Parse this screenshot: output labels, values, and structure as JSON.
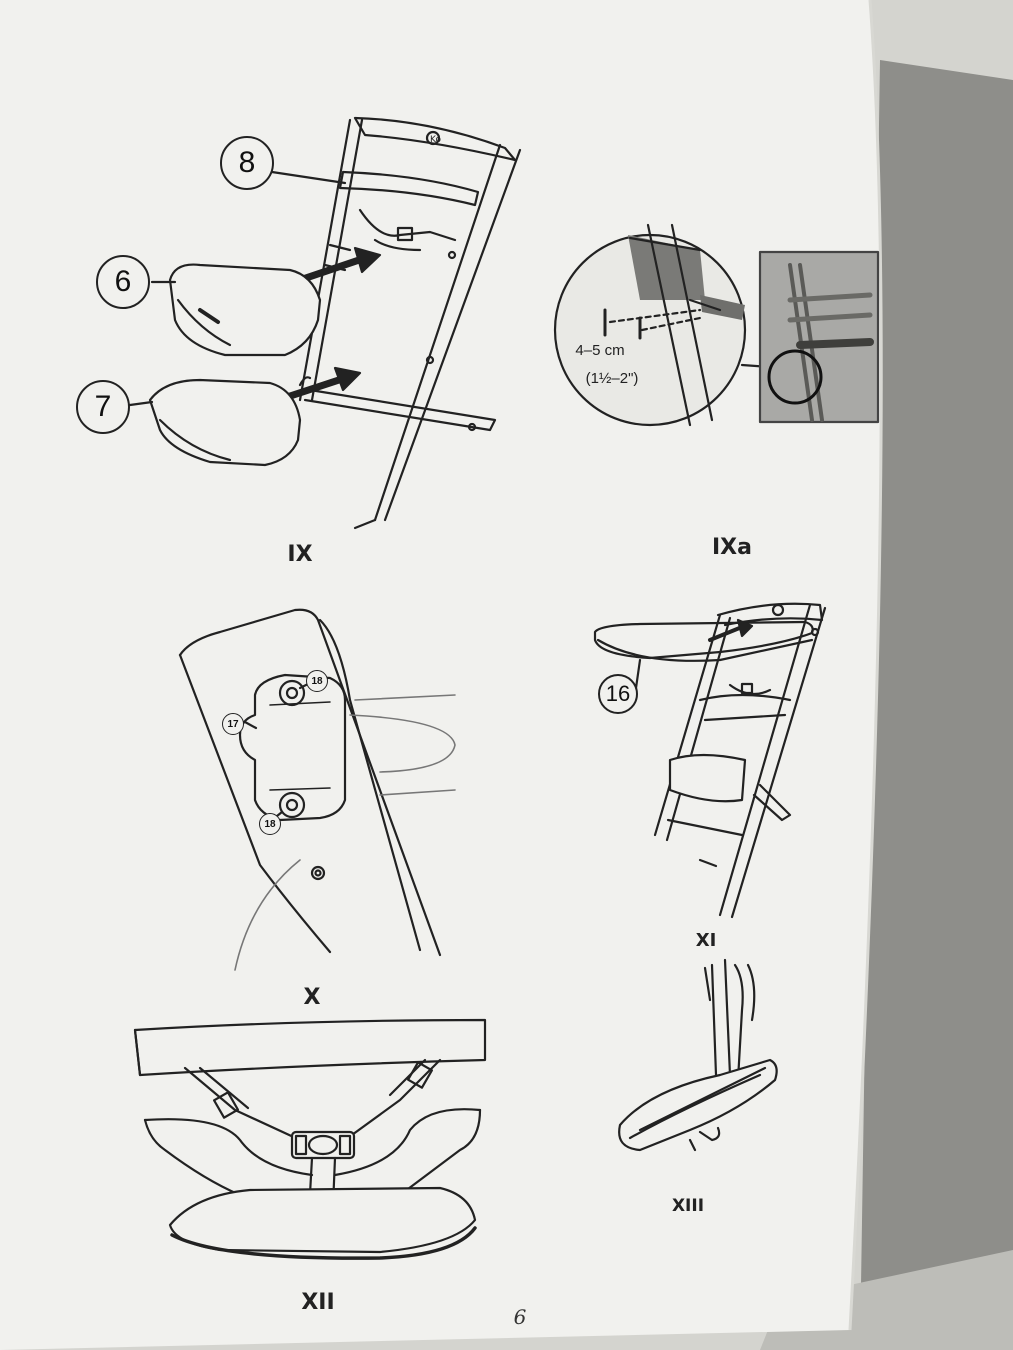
{
  "figures": {
    "ix": "IX",
    "ixa": "IXa",
    "x": "X",
    "xi": "XI",
    "xii": "XII",
    "xiii": "XIII"
  },
  "callouts": {
    "part_8": "8",
    "part_6": "6",
    "part_7": "7",
    "part_16": "16",
    "part_17": "17",
    "part_18_top": "18",
    "part_18_bottom": "18"
  },
  "ixa_measurement": {
    "metric": "4–5 cm",
    "imperial": "(1½–2\")"
  },
  "page_number": "6",
  "colors": {
    "paper": "#f1f1ee",
    "ink": "#222222",
    "background": "#c9c9c4"
  }
}
